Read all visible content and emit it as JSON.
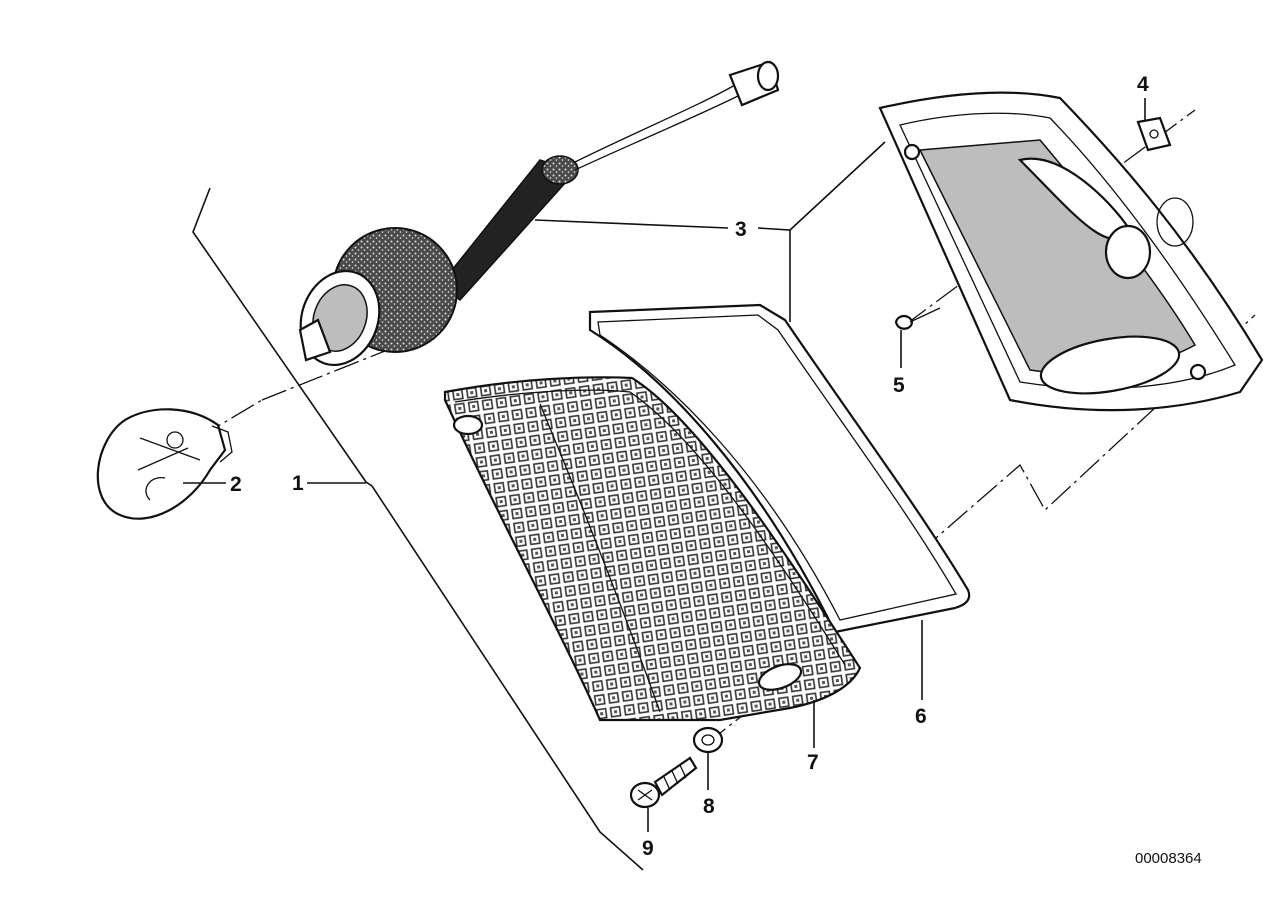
{
  "callouts": [
    {
      "id": "1",
      "text": "1"
    },
    {
      "id": "2",
      "text": "2"
    },
    {
      "id": "3",
      "text": "3"
    },
    {
      "id": "4",
      "text": "4"
    },
    {
      "id": "5",
      "text": "5"
    },
    {
      "id": "6",
      "text": "6"
    },
    {
      "id": "7",
      "text": "7"
    },
    {
      "id": "8",
      "text": "8"
    },
    {
      "id": "9",
      "text": "9"
    }
  ],
  "diagram_number": "00008364"
}
